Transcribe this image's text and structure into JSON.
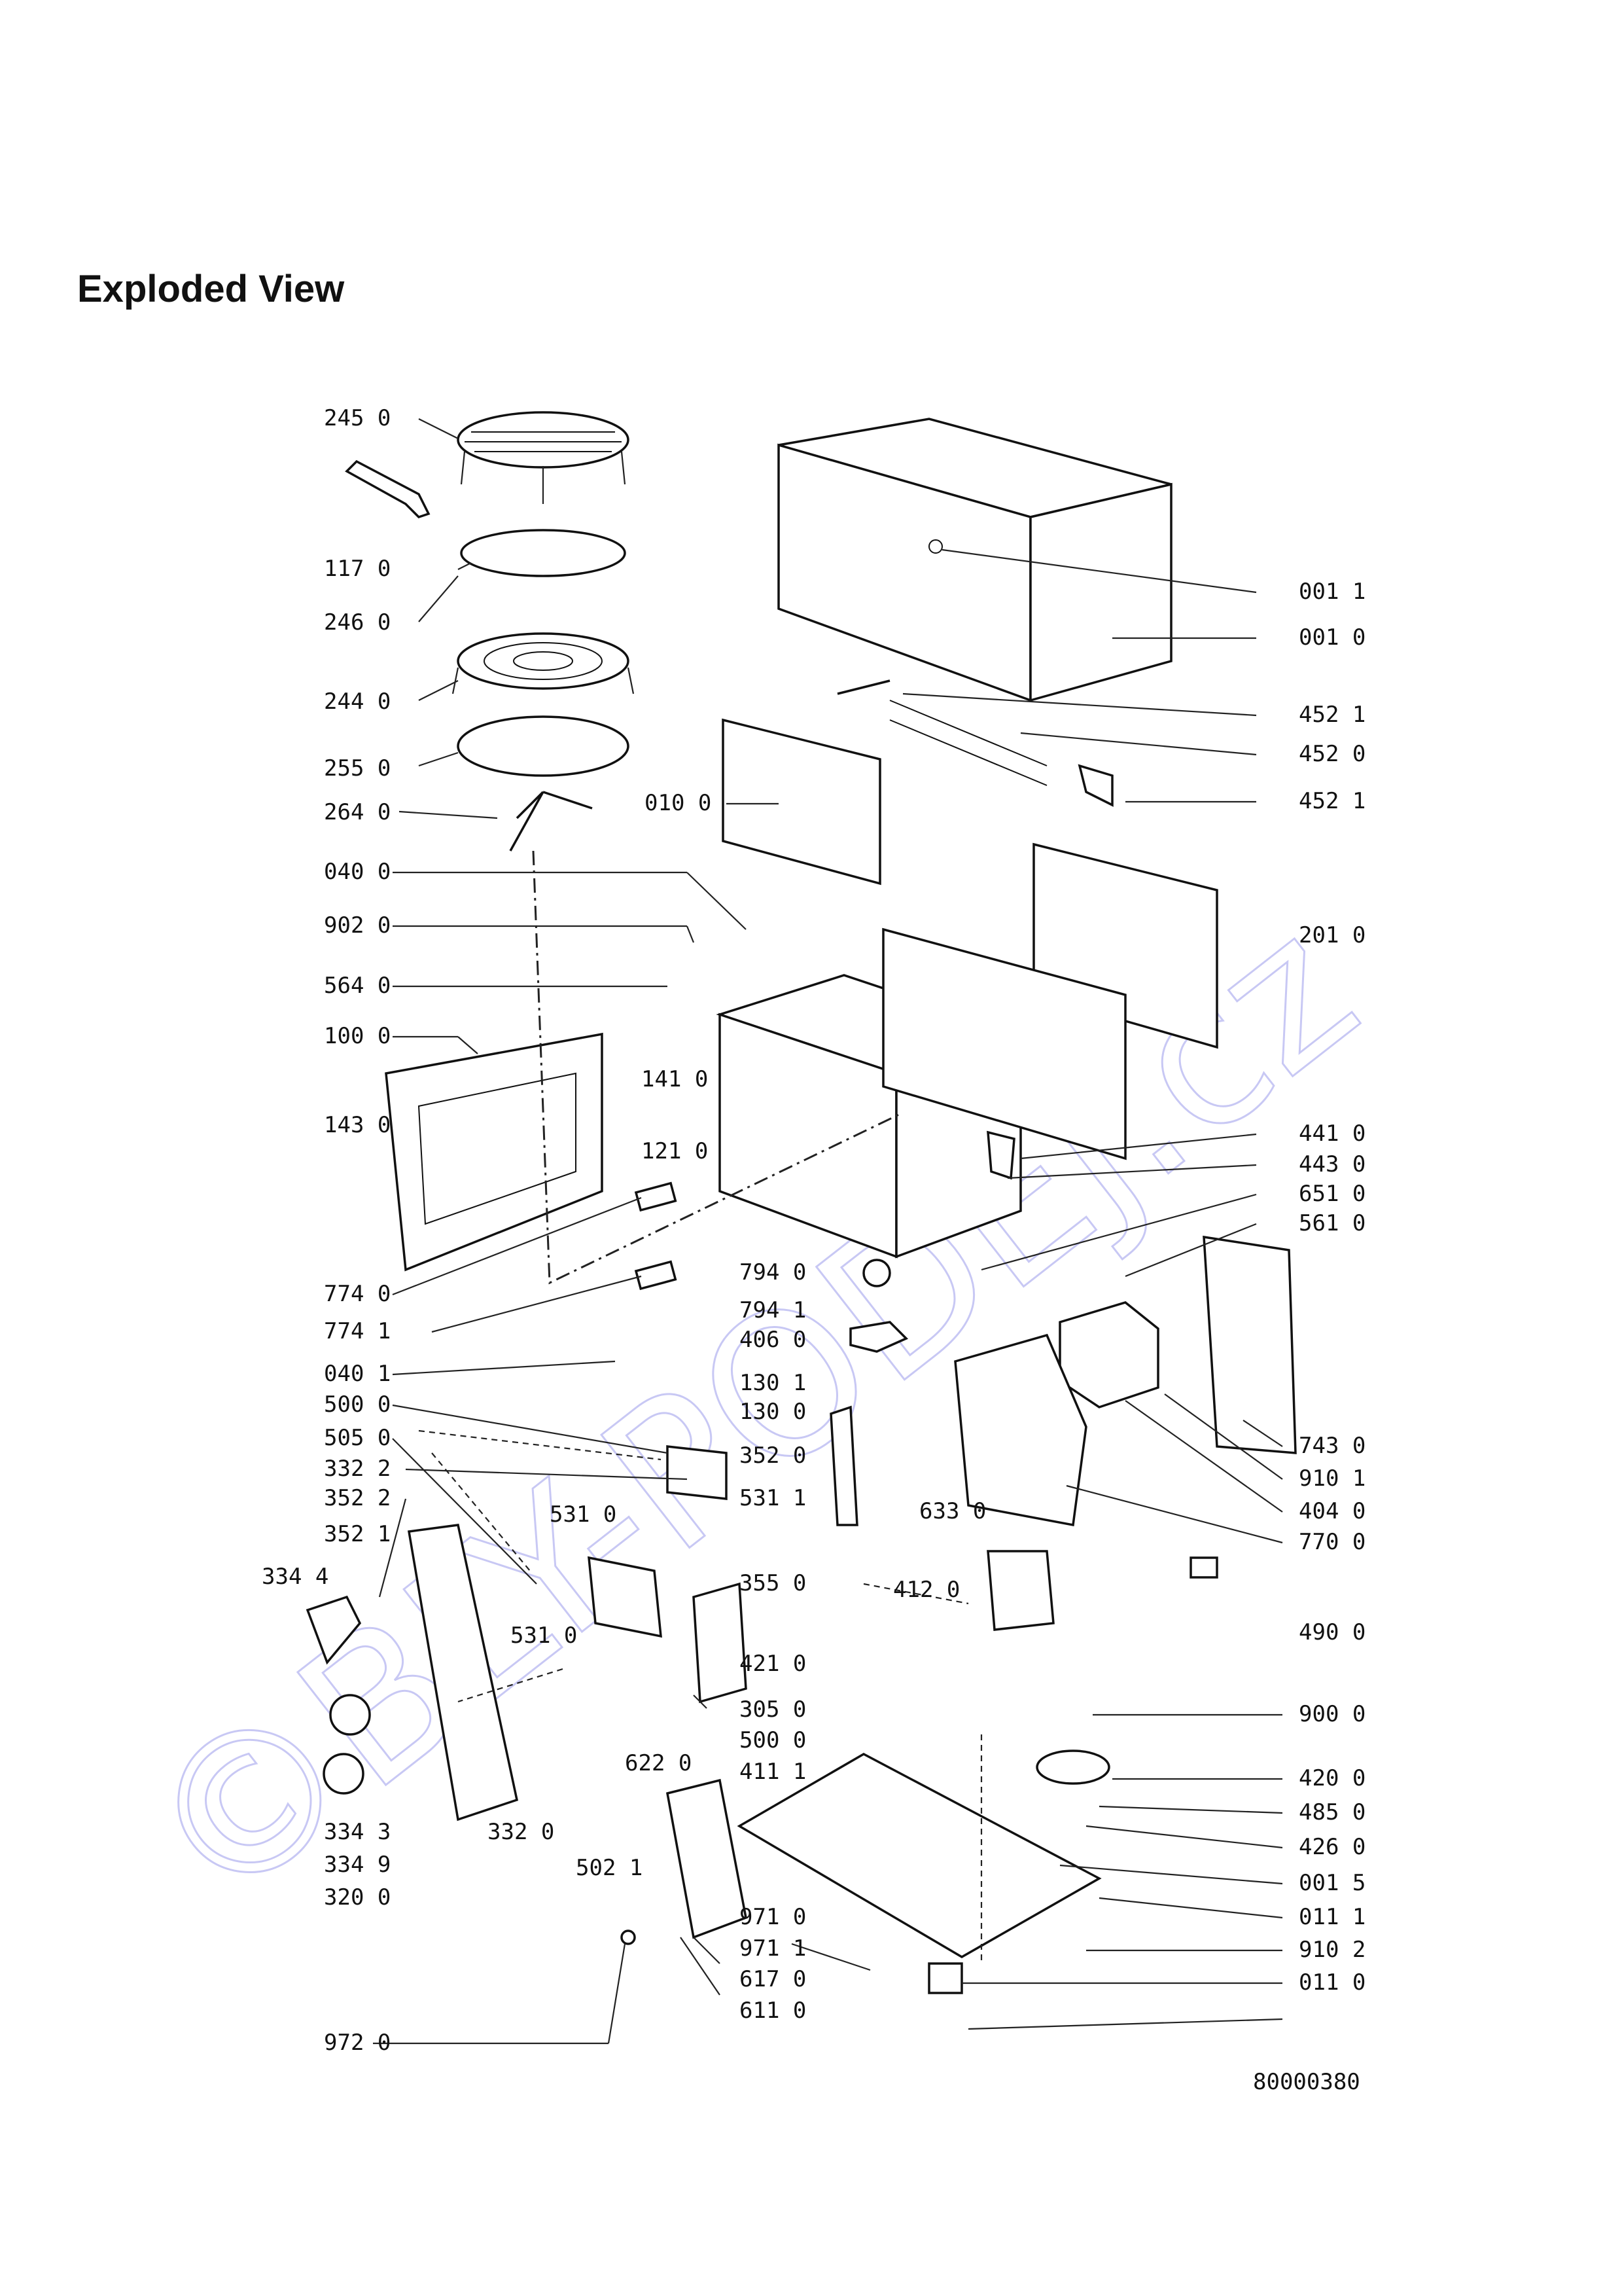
{
  "title": "Exploded View",
  "watermark": "©BLY-PODEJ.cz",
  "drawing_number": "80000380",
  "left_labels": [
    "245 0",
    "117 0",
    "246 0",
    "244 0",
    "255 0",
    "264 0",
    "040 0",
    "902 0",
    "564 0",
    "100 0",
    "143 0",
    "774 0",
    "774 1",
    "040 1",
    "500 0",
    "505 0",
    "332 2",
    "352 2",
    "352 1",
    "334 4",
    "334 3",
    "334 9",
    "320 0",
    "972 0"
  ],
  "center_labels": [
    "010 0",
    "141 0",
    "121 0",
    "794 0",
    "794 1",
    "406 0",
    "130 1",
    "130 0",
    "352 0",
    "531 1",
    "531 0",
    "531 0",
    "633 0",
    "355 0",
    "412 0",
    "421 0",
    "305 0",
    "500 0",
    "622 0",
    "411 1",
    "332 0",
    "502 1",
    "971 0",
    "971 1",
    "617 0",
    "611 0"
  ],
  "right_labels": [
    "001 1",
    "001 0",
    "452 1",
    "452 0",
    "452 1",
    "201 0",
    "441 0",
    "443 0",
    "651 0",
    "561 0",
    "743 0",
    "910 1",
    "404 0",
    "770 0",
    "490 0",
    "900 0",
    "420 0",
    "485 0",
    "426 0",
    "001 5",
    "011 1",
    "910 2",
    "011 0"
  ],
  "colors": {
    "ink": "#111111",
    "watermark": "#c8c8f4",
    "background": "#ffffff"
  }
}
